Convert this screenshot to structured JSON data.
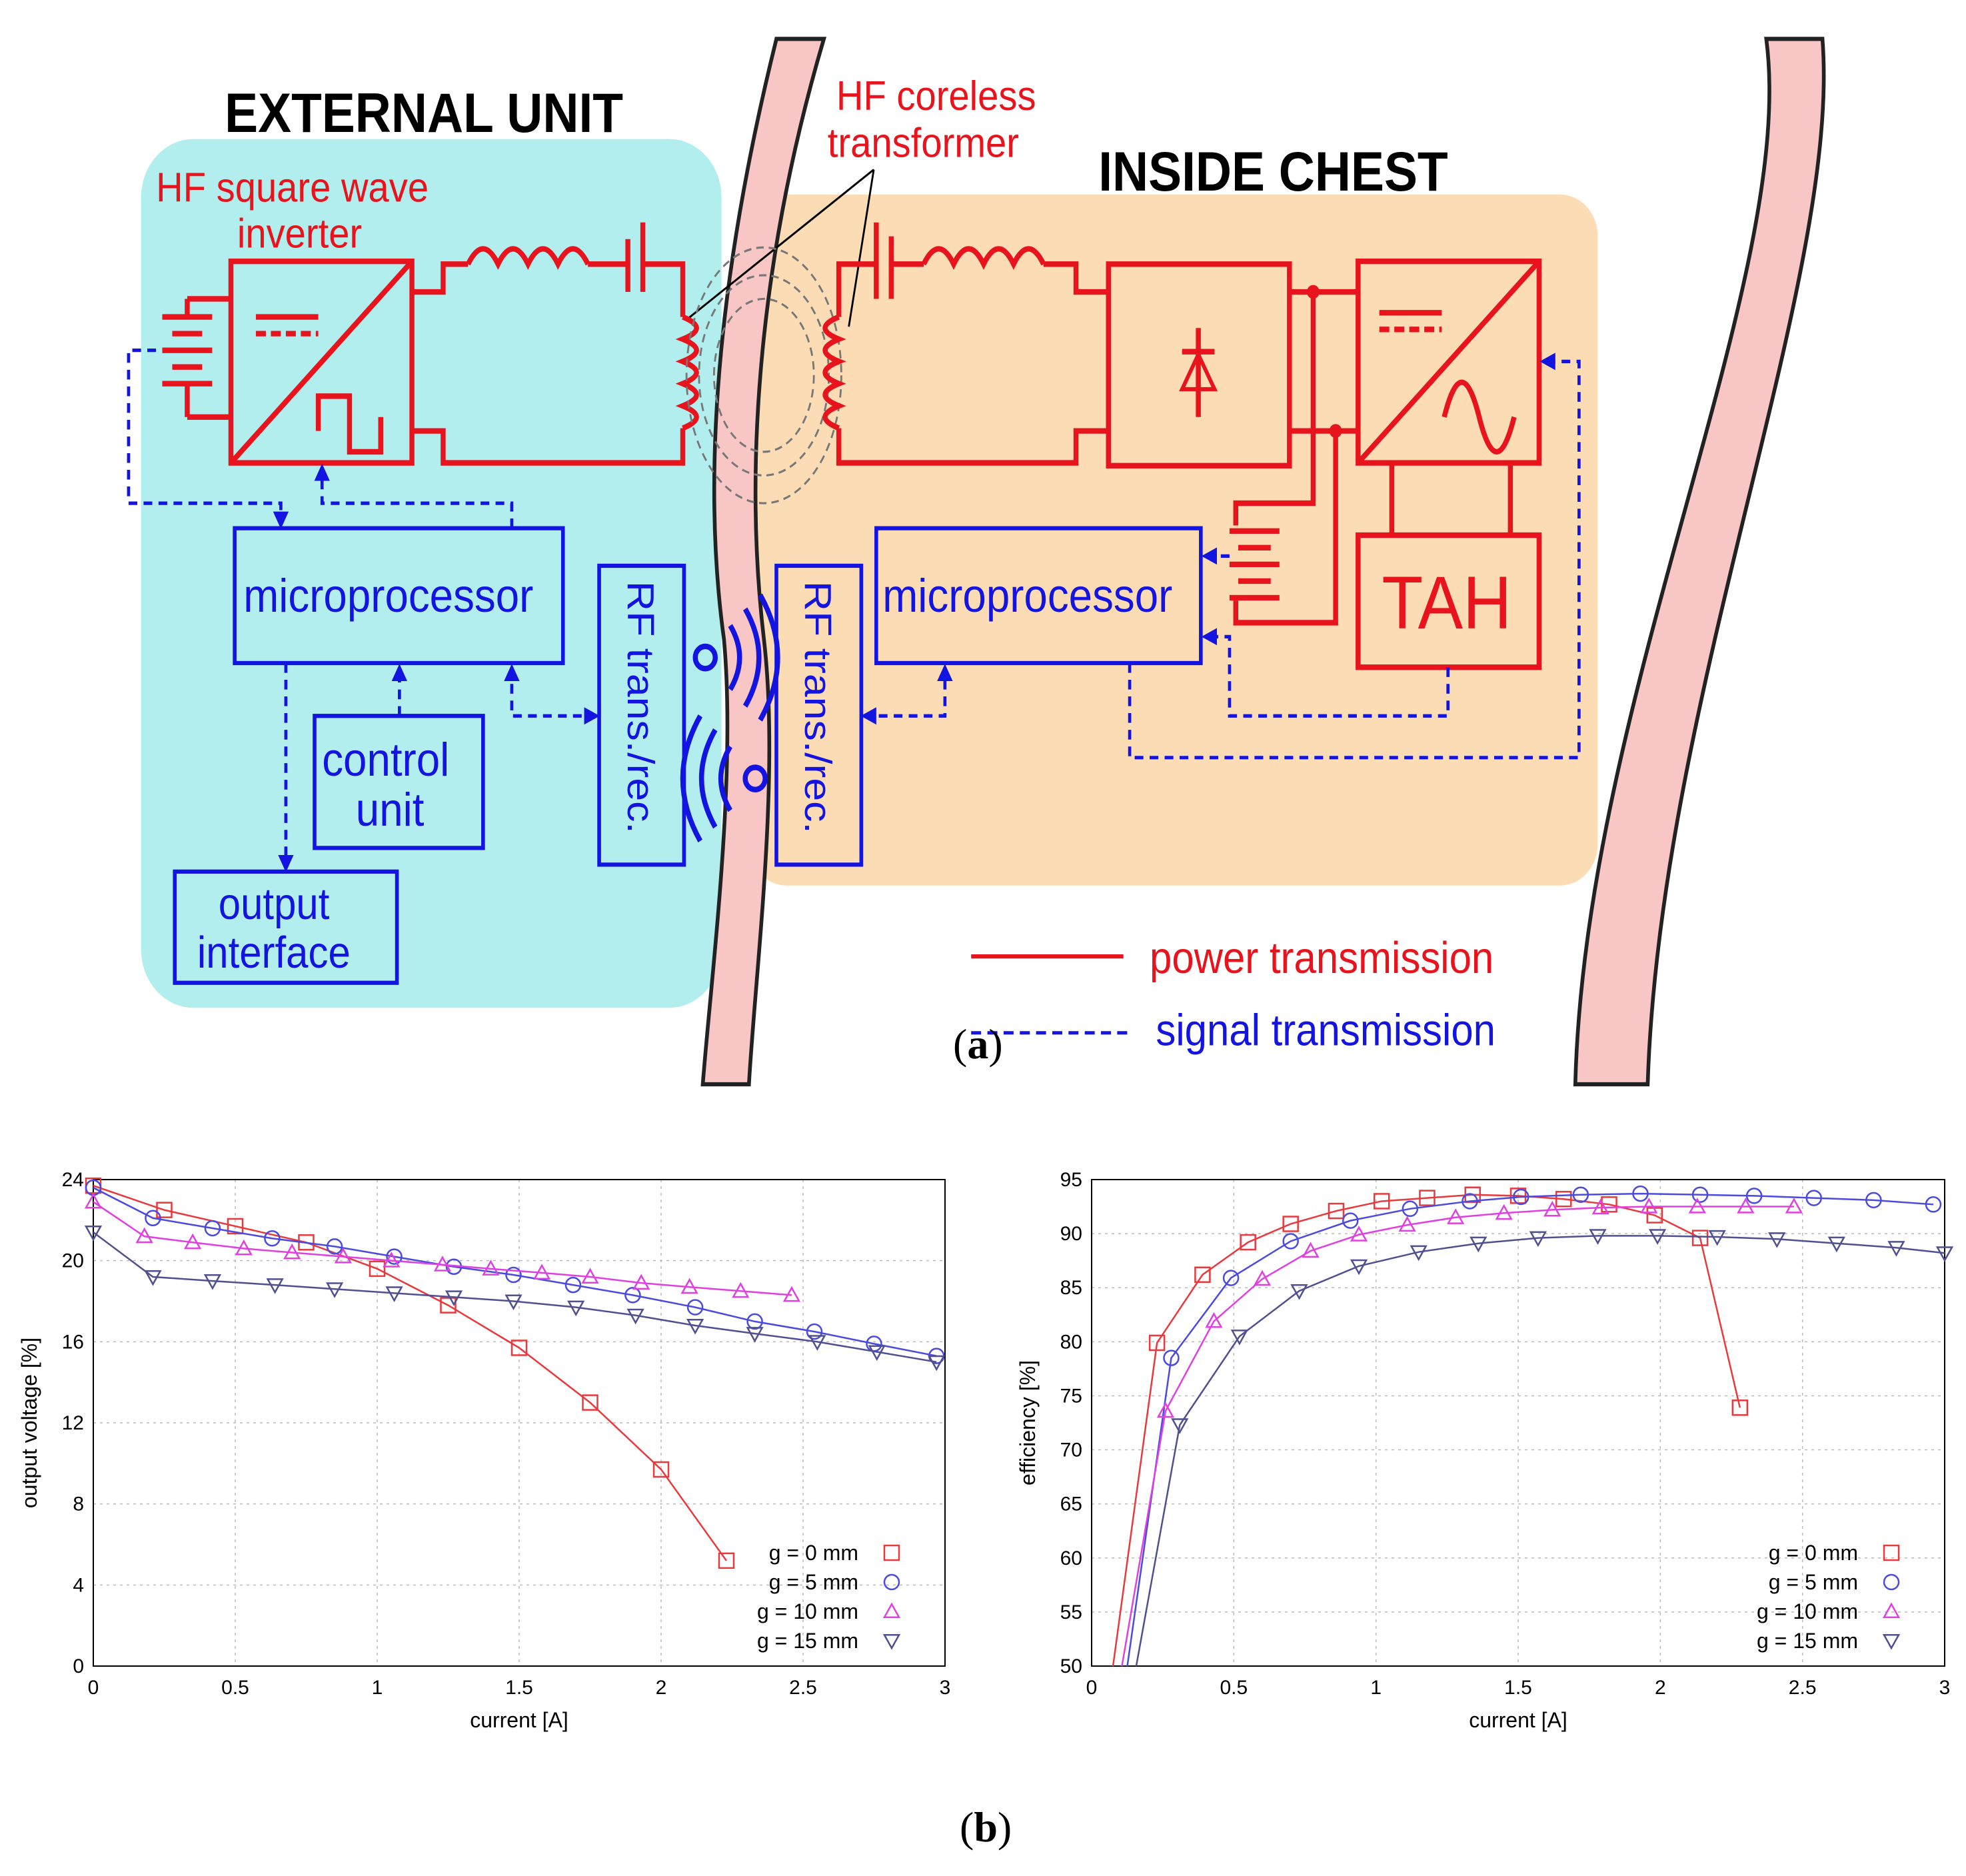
{
  "diagram": {
    "external_title": "EXTERNAL UNIT",
    "inside_title": "INSIDE CHEST",
    "inverter_label_1": "HF square wave",
    "inverter_label_2": "inverter",
    "transformer_label_1": "HF coreless",
    "transformer_label_2": "transformer",
    "ext_micro": "microprocessor",
    "int_micro": "microprocessor",
    "control_1": "control",
    "control_2": "unit",
    "output_1": "output",
    "output_2": "interface",
    "rf_ext": "RF trans./rec.",
    "rf_int": "RF trans./rec.",
    "tah": "TAH",
    "legend_power": "power transmission",
    "legend_signal": "signal transmission",
    "colors": {
      "power": "#e8141d",
      "signal": "#1414e0",
      "external_bg": "#b3eeee",
      "inside_bg": "#fbdcb5",
      "tissue": "#f9c6c6"
    }
  },
  "panel_a": {
    "open": "(",
    "letter": "a",
    "close": ")"
  },
  "panel_b": {
    "open": "(",
    "letter": "b",
    "close": ")"
  },
  "legend_entries": [
    "g = 0 mm",
    "g = 5 mm",
    "g = 10 mm",
    "g = 15 mm"
  ],
  "chart_data": [
    {
      "type": "line",
      "xlabel": "current [A]",
      "ylabel": "output voltage [%]",
      "xlim": [
        0,
        3
      ],
      "ylim": [
        0,
        24
      ],
      "xticks": [
        "0",
        "0.5",
        "1",
        "1.5",
        "2",
        "2.5",
        "3"
      ],
      "yticks": [
        "0",
        "4",
        "8",
        "12",
        "16",
        "20",
        "24"
      ],
      "grid": true,
      "legend": "bottom-right",
      "series": [
        {
          "name": "g = 0 mm",
          "marker": "square",
          "color": "#e8393d",
          "x": [
            0.0,
            0.25,
            0.5,
            0.75,
            1.0,
            1.25,
            1.5,
            1.75,
            2.0,
            2.23
          ],
          "y": [
            23.7,
            22.5,
            21.7,
            20.9,
            19.6,
            17.8,
            15.7,
            13.0,
            9.7,
            5.2
          ]
        },
        {
          "name": "g = 5 mm",
          "marker": "circle",
          "color": "#4a4ae0",
          "x": [
            0.0,
            0.21,
            0.42,
            0.63,
            0.85,
            1.06,
            1.27,
            1.48,
            1.69,
            1.9,
            2.12,
            2.33,
            2.54,
            2.75,
            2.97
          ],
          "y": [
            23.6,
            22.1,
            21.6,
            21.1,
            20.7,
            20.2,
            19.7,
            19.3,
            18.8,
            18.3,
            17.7,
            17.0,
            16.5,
            15.9,
            15.3
          ]
        },
        {
          "name": "g = 10 mm",
          "marker": "triangle-up",
          "color": "#e040e0",
          "x": [
            0.0,
            0.18,
            0.35,
            0.53,
            0.7,
            0.88,
            1.05,
            1.23,
            1.4,
            1.58,
            1.75,
            1.93,
            2.1,
            2.28,
            2.46
          ],
          "y": [
            22.9,
            21.2,
            20.9,
            20.6,
            20.4,
            20.2,
            20.0,
            19.8,
            19.6,
            19.4,
            19.2,
            18.9,
            18.7,
            18.5,
            18.3
          ]
        },
        {
          "name": "g = 15 mm",
          "marker": "triangle-down",
          "color": "#505090",
          "x": [
            0.0,
            0.21,
            0.42,
            0.64,
            0.85,
            1.06,
            1.27,
            1.48,
            1.7,
            1.91,
            2.12,
            2.33,
            2.55,
            2.76,
            2.97
          ],
          "y": [
            21.4,
            19.2,
            19.0,
            18.8,
            18.6,
            18.4,
            18.2,
            18.0,
            17.7,
            17.3,
            16.8,
            16.4,
            16.0,
            15.5,
            15.0
          ]
        }
      ]
    },
    {
      "type": "line",
      "xlabel": "current [A]",
      "ylabel": "efficiency [%]",
      "xlim": [
        0,
        3
      ],
      "ylim": [
        50,
        95
      ],
      "xticks": [
        "0",
        "0.5",
        "1",
        "1.5",
        "2",
        "2.5",
        "3"
      ],
      "yticks": [
        "50",
        "55",
        "60",
        "65",
        "70",
        "75",
        "80",
        "85",
        "90",
        "95"
      ],
      "grid": true,
      "legend": "bottom-right",
      "series": [
        {
          "name": "g = 0 mm",
          "marker": "square",
          "color": "#e8393d",
          "x": [
            0.23,
            0.39,
            0.55,
            0.7,
            0.86,
            1.02,
            1.18,
            1.34,
            1.5,
            1.66,
            1.82,
            1.98,
            2.14,
            2.28
          ],
          "y": [
            79.9,
            86.2,
            89.2,
            90.9,
            92.1,
            93.0,
            93.3,
            93.6,
            93.5,
            93.2,
            92.7,
            91.7,
            89.6,
            73.9
          ]
        },
        {
          "name": "g = 5 mm",
          "marker": "circle",
          "color": "#4a4ae0",
          "x": [
            0.28,
            0.49,
            0.7,
            0.91,
            1.12,
            1.33,
            1.51,
            1.72,
            1.93,
            2.14,
            2.33,
            2.54,
            2.75,
            2.96
          ],
          "y": [
            78.5,
            85.9,
            89.3,
            91.2,
            92.3,
            93.0,
            93.4,
            93.6,
            93.7,
            93.6,
            93.5,
            93.3,
            93.1,
            92.7
          ]
        },
        {
          "name": "g = 10 mm",
          "marker": "triangle-up",
          "color": "#e040e0",
          "x": [
            0.26,
            0.43,
            0.6,
            0.77,
            0.94,
            1.11,
            1.28,
            1.45,
            1.62,
            1.79,
            1.96,
            2.13,
            2.3,
            2.47
          ],
          "y": [
            73.6,
            81.9,
            85.8,
            88.4,
            89.9,
            90.8,
            91.5,
            91.9,
            92.2,
            92.4,
            92.5,
            92.5,
            92.5,
            92.5
          ]
        },
        {
          "name": "g = 15 mm",
          "marker": "triangle-down",
          "color": "#505090",
          "x": [
            0.31,
            0.52,
            0.73,
            0.94,
            1.15,
            1.36,
            1.57,
            1.78,
            1.99,
            2.2,
            2.41,
            2.62,
            2.83,
            3.0
          ],
          "y": [
            72.3,
            80.5,
            84.7,
            87.0,
            88.3,
            89.1,
            89.6,
            89.8,
            89.8,
            89.7,
            89.5,
            89.1,
            88.7,
            88.2
          ]
        }
      ]
    }
  ]
}
